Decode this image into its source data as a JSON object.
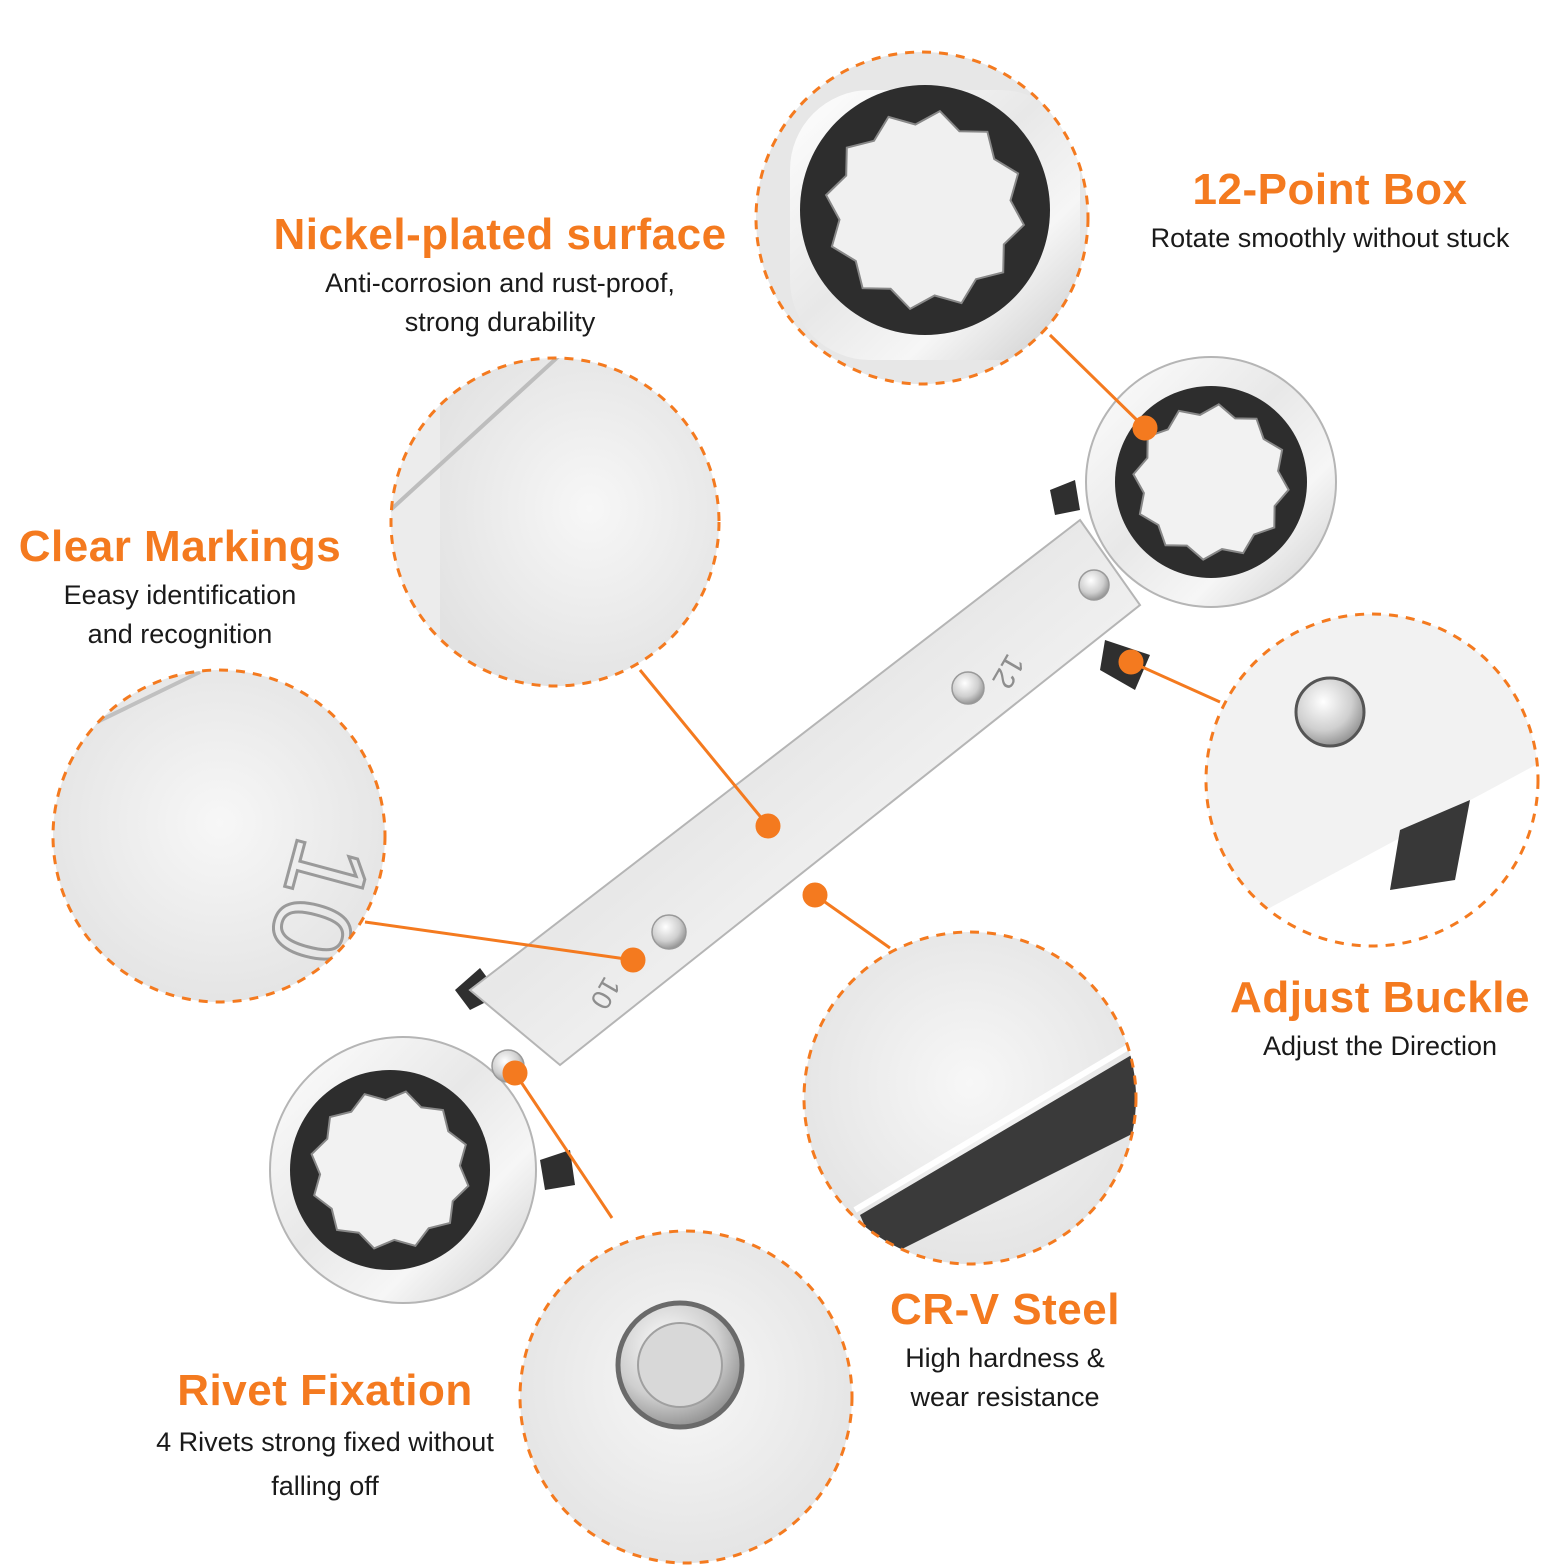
{
  "colors": {
    "accent": "#f47a1f",
    "metal_light": "#f4f4f4",
    "metal_mid": "#d9d9d9",
    "metal_dark": "#9a9a9a",
    "ring_dark": "#2d2d2d"
  },
  "tool": {
    "marking_large": "12",
    "marking_small": "10",
    "zoom_marking": "10"
  },
  "features": [
    {
      "title": "Nickel-plated surface",
      "desc": [
        "Anti-corrosion and rust-proof,",
        "strong durability"
      ],
      "icon": "surface-zoom"
    },
    {
      "title": "12-Point Box",
      "desc": [
        "Rotate smoothly without stuck"
      ],
      "icon": "box-end-zoom"
    },
    {
      "title": "Clear Markings",
      "desc": [
        "Eeasy identification",
        "and recognition"
      ],
      "icon": "marking-zoom"
    },
    {
      "title": "Adjust Buckle",
      "desc": [
        "Adjust the Direction"
      ],
      "icon": "buckle-zoom"
    },
    {
      "title": "CR-V Steel",
      "desc": [
        "High hardness &",
        "wear resistance"
      ],
      "icon": "steel-edge-zoom"
    },
    {
      "title": "Rivet Fixation",
      "desc": [
        "4 Rivets strong fixed without",
        "falling off"
      ],
      "icon": "rivet-zoom"
    }
  ]
}
